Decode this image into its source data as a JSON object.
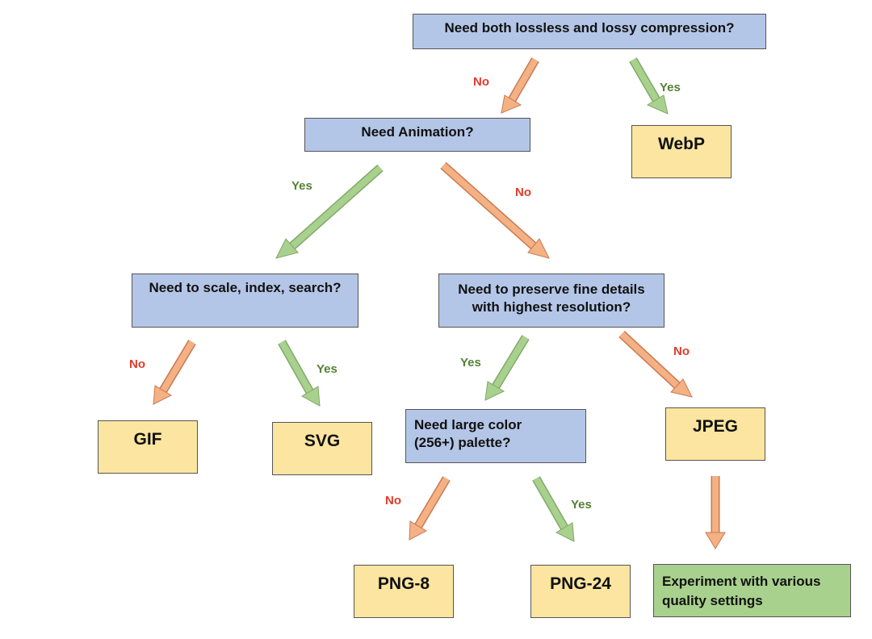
{
  "nodes": {
    "q1": "Need both lossless and lossy compression?",
    "q2": "Need Animation?",
    "q3": "Need to scale, index, search?",
    "q4_line1": "Need to preserve fine details",
    "q4_line2": "with highest resolution?",
    "q5_line1": "Need large color",
    "q5_line2": "(256+) palette?",
    "webp": "WebP",
    "gif": "GIF",
    "svg": "SVG",
    "jpeg": "JPEG",
    "png8": "PNG-8",
    "png24": "PNG-24",
    "experiment_line1": "Experiment with various",
    "experiment_line2": "quality settings"
  },
  "labels": {
    "yes": "Yes",
    "no": "No"
  },
  "colors": {
    "question_fill": "#b4c6e7",
    "result_fill": "#fbe5a0",
    "action_fill": "#a9d18e",
    "no_arrow": "#f4b183",
    "yes_arrow": "#a9d18e",
    "no_text": "#e03c2a",
    "yes_text": "#548235"
  }
}
